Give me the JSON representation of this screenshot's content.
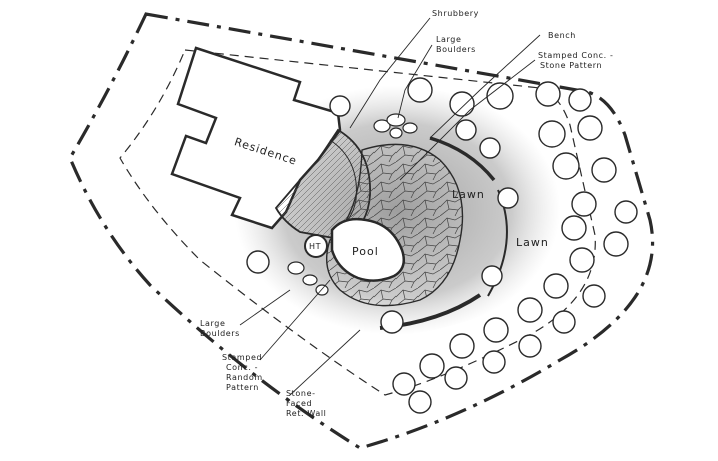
{
  "plan": {
    "labels": {
      "residence": "Residence",
      "pool": "Pool",
      "hot_tub": "HT",
      "lawn_north": "Lawn",
      "lawn_east": "Lawn",
      "shrubbery": "Shrubbery",
      "large_boulders_top": [
        "Large",
        "Boulders"
      ],
      "bench": "Bench",
      "stamped_conc_stone": [
        "Stamped Conc. -",
        "Stone Pattern"
      ],
      "large_boulders_left": [
        "Large",
        "Boulders"
      ],
      "stamped_conc_random": [
        "Stamped",
        "Conc. -",
        "Random",
        "Pattern"
      ],
      "stone_faced_wall": [
        "Stone-",
        "Faced",
        "Ret. Wall"
      ]
    },
    "colors": {
      "ink": "#2a2a2a",
      "shading": "#9a9a9a",
      "paper": "#ffffff"
    }
  }
}
